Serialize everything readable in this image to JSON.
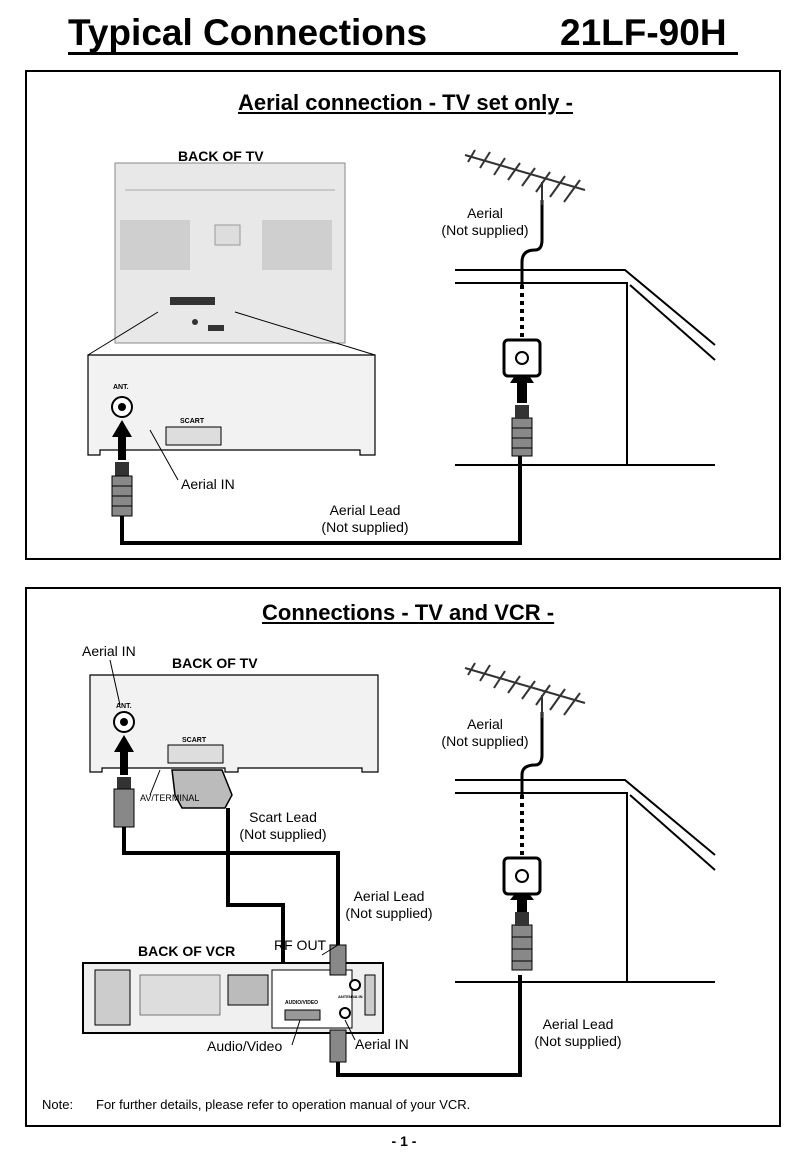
{
  "header": {
    "title": "Typical Connections",
    "model": "21LF-90H"
  },
  "panel1": {
    "title": "Aerial connection - TV set only -",
    "back_of_tv": "BACK OF TV",
    "ant_label": "ANT.",
    "scart_label": "SCART",
    "aerial_label_1": "Aerial",
    "aerial_label_2": "(Not supplied)",
    "aerial_in": "Aerial IN",
    "lead_label_1": "Aerial Lead",
    "lead_label_2": "(Not supplied)"
  },
  "panel2": {
    "title": "Connections - TV and VCR -",
    "aerial_in_top": "Aerial IN",
    "back_of_tv": "BACK OF TV",
    "ant_label": "ANT.",
    "scart_label": "SCART",
    "av_terminal": "AV/TERMINAL",
    "aerial_label_1": "Aerial",
    "aerial_label_2": "(Not supplied)",
    "scart_lead_1": "Scart Lead",
    "scart_lead_2": "(Not supplied)",
    "aerial_lead_mid_1": "Aerial Lead",
    "aerial_lead_mid_2": "(Not supplied)",
    "rf_out": "RF OUT",
    "back_of_vcr": "BACK OF VCR",
    "audio_video_small": "AUDIO/VIDEO",
    "antenna_small": "ANTENNA IN",
    "audio_video": "Audio/Video",
    "aerial_in_bottom": "Aerial IN",
    "aerial_lead_right_1": "Aerial Lead",
    "aerial_lead_right_2": "(Not supplied)"
  },
  "footer": {
    "note_label": "Note:",
    "note_text": "For further details, please refer to operation manual of your VCR.",
    "page_number": "- 1 -"
  }
}
